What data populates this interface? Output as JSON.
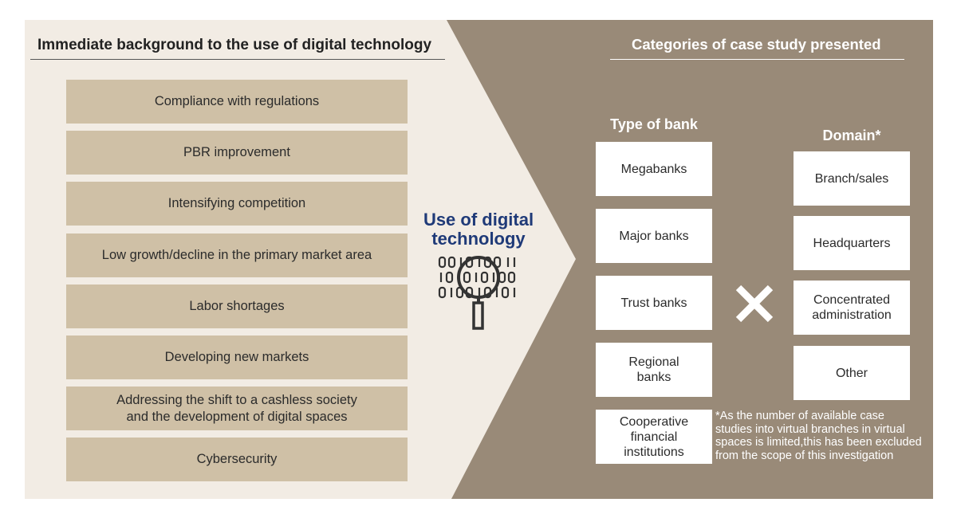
{
  "left_panel": {
    "title": "Immediate background to the use of digital technology",
    "factors": [
      "Compliance with regulations",
      "PBR improvement",
      "Intensifying competition",
      "Low growth/decline in the primary market area",
      "Labor shortages",
      "Developing new markets",
      "Addressing the shift to a cashless society\nand the development of digital spaces",
      "Cybersecurity"
    ]
  },
  "center": {
    "title": "Use of digital\ntechnology",
    "icon": "binary-magnifier-icon"
  },
  "right_panel": {
    "title": "Categories of case study presented",
    "bank_types": {
      "heading": "Type of bank",
      "items": [
        "Megabanks",
        "Major banks",
        "Trust banks",
        "Regional\nbanks",
        "Cooperative\nfinancial\ninstitutions"
      ]
    },
    "multiply_icon": "multiply-icon",
    "domains": {
      "heading": "Domain*",
      "items": [
        "Branch/sales",
        "Headquarters",
        "Concentrated\nadministration",
        "Other"
      ]
    },
    "footnote": "*As the number of available case studies into virtual branches in virtual spaces is limited,this has been excluded from the scope of this investigation"
  },
  "colors": {
    "left_bg": "#f2ece4",
    "right_bg": "#998a78",
    "factor_box": "#cfc0a6",
    "accent_blue": "#1f3a78"
  }
}
